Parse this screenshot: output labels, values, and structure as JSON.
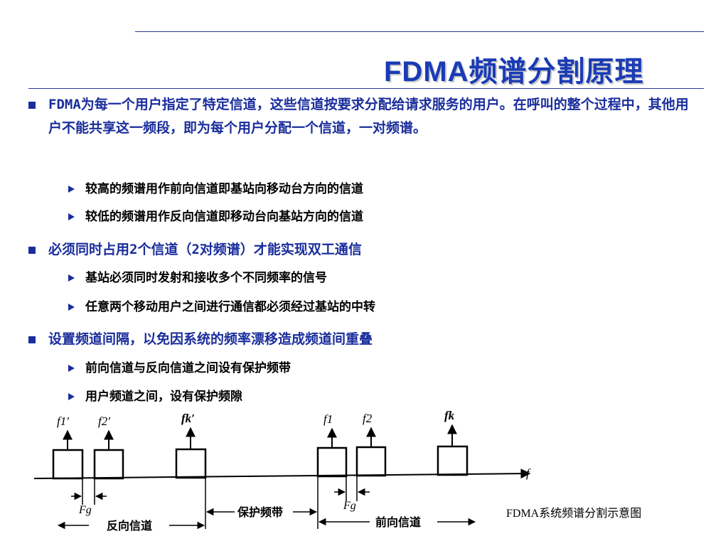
{
  "slide": {
    "title": "FDMA频谱分割原理"
  },
  "bullets": [
    {
      "text": "FDMA为每一个用户指定了特定信道，这些信道按要求分配给请求服务的用户。在呼叫的整个过程中，其他用户不能共享这一频段，即为每个用户分配一个信道，一对频谱。",
      "subs": [
        "较高的频谱用作前向信道即基站向移动台方向的信道",
        "较低的频谱用作反向信道即移动台向基站方向的信道"
      ]
    },
    {
      "text": "必须同时占用2个信道（2对频谱）才能实现双工通信",
      "subs": [
        "基站必须同时发射和接收多个不同频率的信号",
        "任意两个移动用户之间进行通信都必须经过基站的中转"
      ]
    },
    {
      "text": "设置频道间隔，以免因系统的频率漂移造成频道间重叠",
      "subs": [
        "前向信道与反向信道之间设有保护频带",
        "用户频道之间，设有保护频隙"
      ]
    }
  ],
  "diagram": {
    "channels": {
      "f1p": "f1′",
      "f2p": "f2′",
      "fkp": "fk′",
      "f1": "f1",
      "f2": "f2",
      "fk": "fk"
    },
    "axis_label": "f",
    "guard_gap_left": "Fg",
    "guard_gap_right": "Fg",
    "reverse_channel": "反向信道",
    "guard_band": "保护频带",
    "forward_channel": "前向信道",
    "caption": "FDMA系统频谱分割示意图"
  },
  "colors": {
    "title": "#1a3bb5",
    "bullet_l1": "#1a2d9c",
    "bullet_l2": "#000000",
    "rule": "#2b3a9a"
  }
}
